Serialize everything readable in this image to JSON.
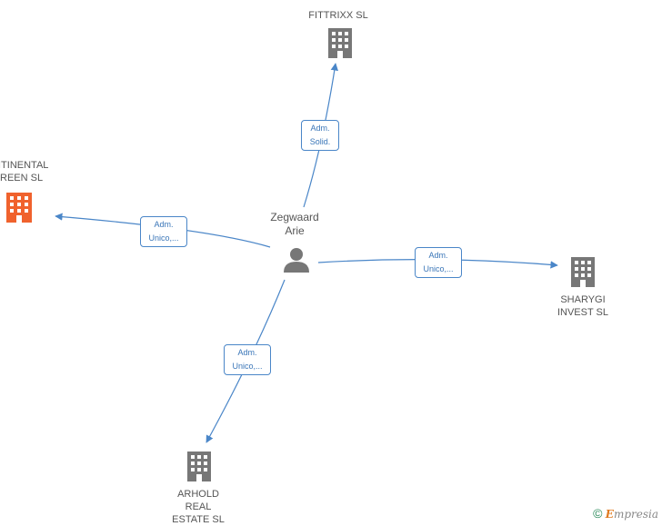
{
  "center": {
    "name_line1": "Zegwaard",
    "name_line2": "Arie"
  },
  "nodes": {
    "fittrixx": {
      "line1": "FITTRIXX  SL"
    },
    "continental": {
      "line1": "ITINENTAL",
      "line2": "REEN  SL"
    },
    "sharygi": {
      "line1": "SHARYGI",
      "line2": "INVEST  SL"
    },
    "arhold": {
      "line1": "ARHOLD",
      "line2": "REAL",
      "line3": "ESTATE  SL"
    }
  },
  "edges": {
    "fittrixx": {
      "line1": "Adm.",
      "line2": "Solid."
    },
    "continental": {
      "line1": "Adm.",
      "line2": "Unico,..."
    },
    "sharygi": {
      "line1": "Adm.",
      "line2": "Unico,..."
    },
    "arhold": {
      "line1": "Adm.",
      "line2": "Unico,..."
    }
  },
  "colors": {
    "edge": "#4a86c8",
    "building": "#777777",
    "building_highlight": "#f0622d",
    "person": "#777777"
  },
  "brand": {
    "copyright": "©",
    "initial": "E",
    "rest": "mpresia"
  }
}
